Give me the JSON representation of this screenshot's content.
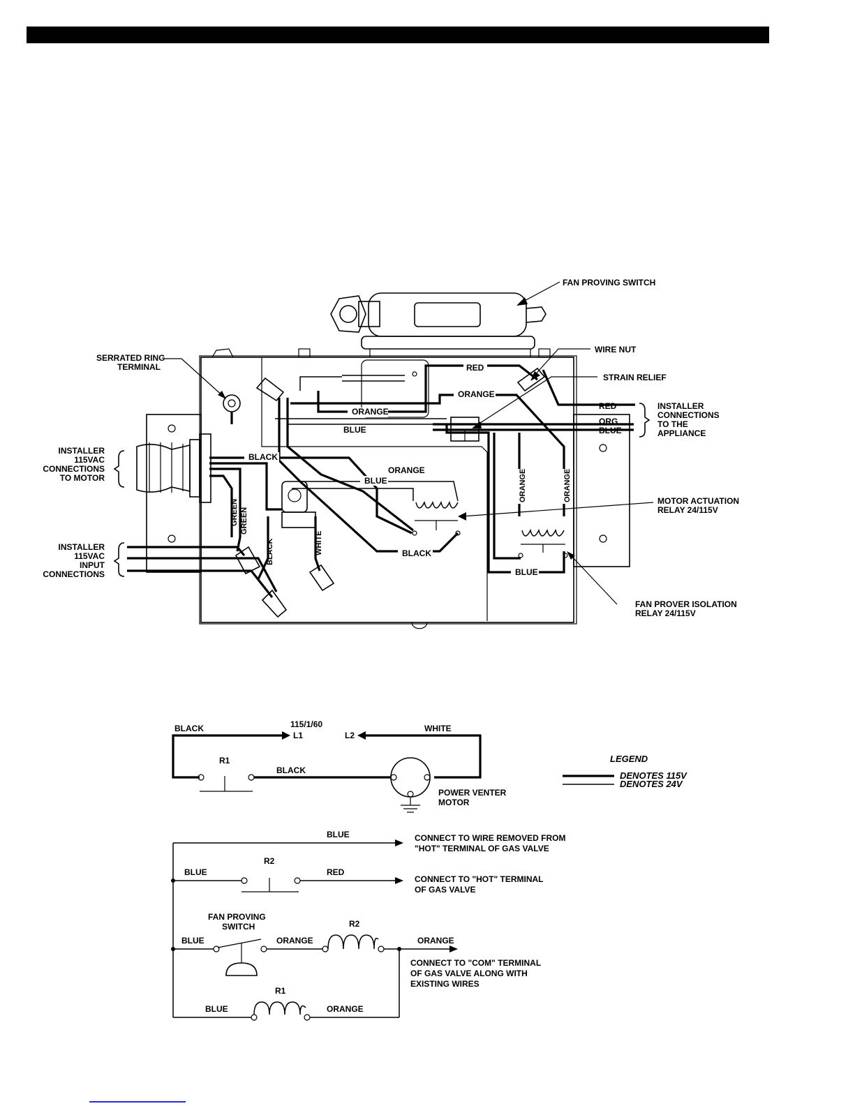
{
  "wiring_diagram": {
    "callouts": {
      "fan_proving_switch": "FAN PROVING SWITCH",
      "wire_nut": "WIRE NUT",
      "strain_relief": "STRAIN RELIEF",
      "serrated_ring_terminal_1": "SERRATED RING",
      "serrated_ring_terminal_2": "TERMINAL",
      "installer_conn_appliance": [
        "INSTALLER",
        "CONNECTIONS",
        "TO THE",
        "APPLIANCE"
      ],
      "installer_conn_motor": [
        "INSTALLER",
        "115VAC",
        "CONNECTIONS",
        "TO MOTOR"
      ],
      "installer_input": [
        "INSTALLER",
        "115VAC",
        "INPUT",
        "CONNECTIONS"
      ],
      "motor_actuation_relay_1": "MOTOR ACTUATION",
      "motor_actuation_relay_2": "RELAY 24/115V",
      "fan_prover_relay_1": "FAN PROVER ISOLATION",
      "fan_prover_relay_2": "RELAY 24/115V"
    },
    "wires": {
      "red_top": "RED",
      "orange_top": "ORANGE",
      "orange_mid": "ORANGE",
      "blue_mid": "BLUE",
      "black_motor": "BLACK",
      "orange_relay": "ORANGE",
      "blue_relay": "BLUE",
      "black_relay": "BLACK",
      "blue_bottom": "BLUE",
      "green_1": "GREEN",
      "green_2": "GREEN",
      "black_vert": "BLACK",
      "white_vert": "WHITE",
      "orange_vert_1": "ORANGE",
      "orange_vert_2": "ORANGE",
      "red_out": "RED",
      "org_out": "ORG",
      "blue_out": "BLUE"
    }
  },
  "schematic": {
    "supply": "115/1/60",
    "l1": "L1",
    "l2": "L2",
    "black_left": "BLACK",
    "white_right": "WHITE",
    "r1_contact": "R1",
    "black_to_motor": "BLACK",
    "motor_1": "POWER VENTER",
    "motor_2": "MOTOR",
    "legend_title": "LEGEND",
    "legend_115": "DENOTES 115V",
    "legend_24": "DENOTES 24V",
    "blue_top": "BLUE",
    "connect_removed_1": "CONNECT TO WIRE REMOVED FROM",
    "connect_removed_2": "\"HOT\" TERMINAL OF GAS VALVE",
    "blue_r2": "BLUE",
    "r2_contact": "R2",
    "red_r2": "RED",
    "connect_hot_1": "CONNECT TO \"HOT\" TERMINAL",
    "connect_hot_2": "OF GAS VALVE",
    "fps_1": "FAN PROVING",
    "fps_2": "SWITCH",
    "blue_fps": "BLUE",
    "orange_fps": "ORANGE",
    "r2_coil": "R2",
    "orange_out": "ORANGE",
    "connect_com_1": "CONNECT TO \"COM\" TERMINAL",
    "connect_com_2": "OF GAS VALVE ALONG WITH",
    "connect_com_3": "EXISTING WIRES",
    "r1_coil": "R1",
    "blue_r1": "BLUE",
    "orange_r1": "ORANGE"
  }
}
